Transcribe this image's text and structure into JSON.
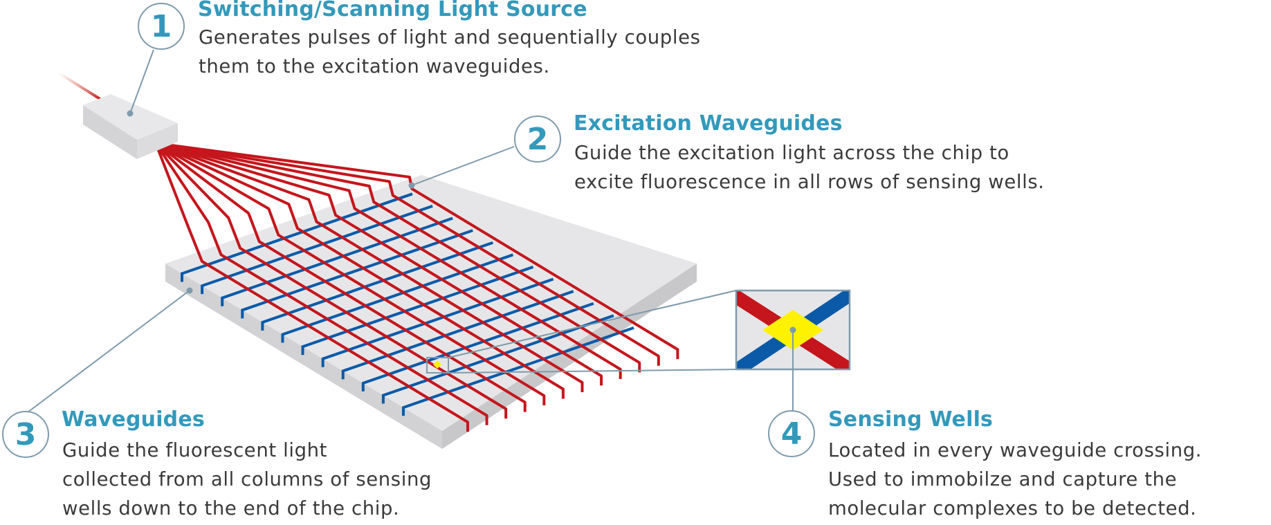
{
  "colors": {
    "accent_blue_text": "#3399bb",
    "body_text": "#3a3a3a",
    "leader_line": "#7f9aab",
    "excitation_waveguide": "#c4161c",
    "collection_waveguide": "#0a5aa8",
    "sensing_well": "#fff200",
    "chip_top": "#e6e6e8",
    "chip_side": "#cfcfd1"
  },
  "callouts": [
    {
      "number": "1",
      "title": "Switching/Scanning Light Source",
      "lines": [
        "Generates pulses of light and sequentially couples",
        "them to the excitation waveguides."
      ]
    },
    {
      "number": "2",
      "title": "Excitation Waveguides",
      "lines": [
        "Guide the excitation light across the chip to",
        "excite fluorescence in all rows of sensing wells."
      ]
    },
    {
      "number": "3",
      "title": "Waveguides",
      "lines": [
        "Guide the fluorescent light",
        "collected from all columns of sensing",
        "wells down to the end of the chip."
      ]
    },
    {
      "number": "4",
      "title": "Sensing Wells",
      "lines": [
        "Located in every waveguide crossing.",
        "Used to immobilze and capture the",
        "molecular complexes to be detected."
      ]
    }
  ],
  "diagram": {
    "excitation_waveguide_count": 12,
    "collection_waveguide_count": 12,
    "components": [
      "light-source",
      "chip",
      "excitation-waveguides",
      "collection-waveguides",
      "sensing-well-inset"
    ]
  }
}
